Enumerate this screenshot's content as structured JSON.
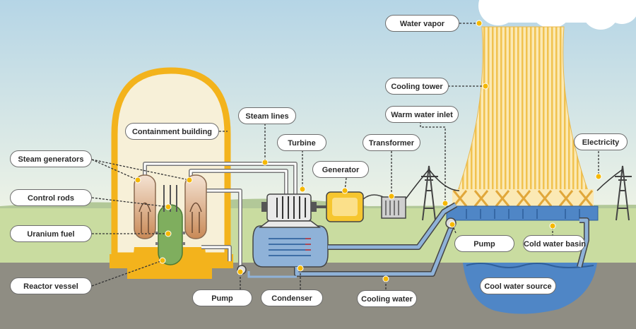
{
  "labels": {
    "water_vapor": "Water vapor",
    "cooling_tower": "Cooling tower",
    "containment_building": "Containment building",
    "steam_lines": "Steam lines",
    "warm_water_inlet": "Warm water inlet",
    "turbine": "Turbine",
    "transformer": "Transformer",
    "electricity": "Electricity",
    "steam_generators": "Steam generators",
    "generator": "Generator",
    "control_rods": "Control rods",
    "uranium_fuel": "Uranium fuel",
    "pump_right": "Pump",
    "cold_water_basin": "Cold water basin",
    "reactor_vessel": "Reactor vessel",
    "cool_water_source": "Cool water source",
    "pump_left": "Pump",
    "condenser": "Condenser",
    "cooling_water": "Cooling water"
  },
  "colors": {
    "sky_top": "#b9d7e6",
    "sky_bottom": "#e9f1e6",
    "grass": "#c9dca0",
    "ground": "#8f8d83",
    "building_outline": "#f3b31c",
    "building_fill": "#f7f0d8",
    "tower_stripes": "#f2c862",
    "water": "#5b8fc9",
    "hot_core": "#d49a6a",
    "uranium": "#7fae5e",
    "pointer_dot": "#f5b800",
    "pointer_line": "#333333"
  }
}
